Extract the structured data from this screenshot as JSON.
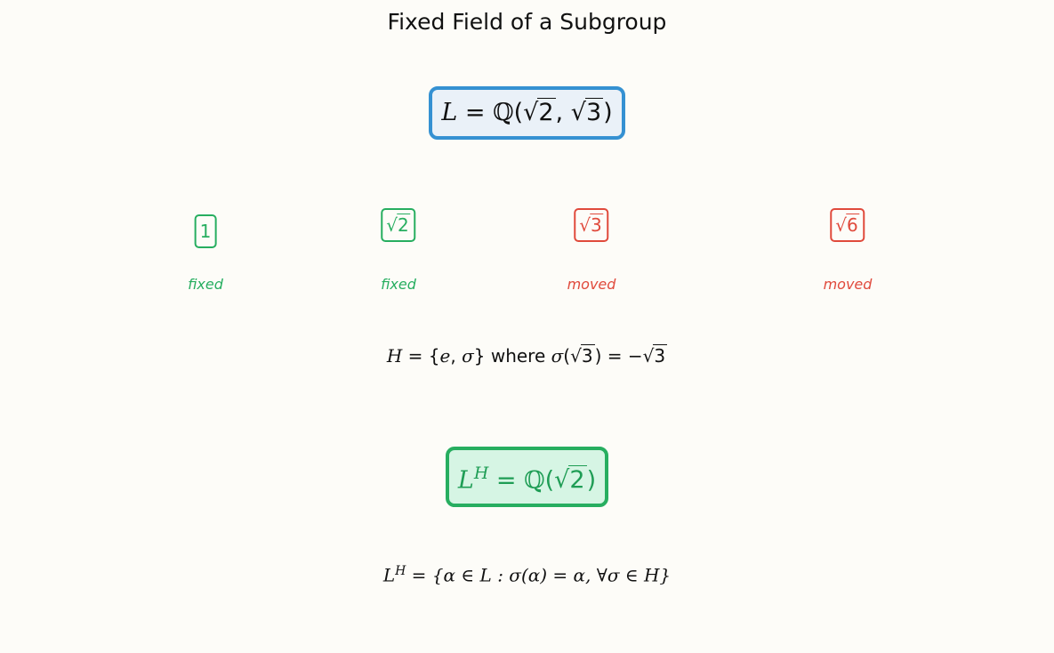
{
  "title": "Fixed Field of a Subgroup",
  "top_field": {
    "lhs": "L",
    "eq": " = ",
    "field": "ℚ",
    "open": "(",
    "sqrt_a": "2",
    "comma": ", ",
    "sqrt_b": "3",
    "close": ")"
  },
  "elements": [
    {
      "label": "1",
      "status": "fixed"
    },
    {
      "label": "2",
      "status": "fixed"
    },
    {
      "label": "3",
      "status": "moved"
    },
    {
      "label": "6",
      "status": "moved"
    }
  ],
  "subgroup": {
    "lhs": "H",
    "eq": " = {",
    "e": "e",
    "comma": ", ",
    "sigma": "σ",
    "close": "}",
    "where": " where ",
    "sigma2": "σ",
    "open": "(",
    "arg": "3",
    "close2": ")",
    "eq2": " = −",
    "arg2": "3"
  },
  "fixed_field": {
    "lhs": "L",
    "sup": "H",
    "eq": " = ",
    "field": "ℚ",
    "open": "(",
    "arg": "2",
    "close": ")"
  },
  "definition": {
    "lhs": "L",
    "sup": "H",
    "text": " = {α ∈ L : σ(α) = α,  ∀σ ∈ H}"
  },
  "colors": {
    "fixed": "#27ae60",
    "moved": "#e04a3c",
    "top_border": "#3591d2"
  }
}
